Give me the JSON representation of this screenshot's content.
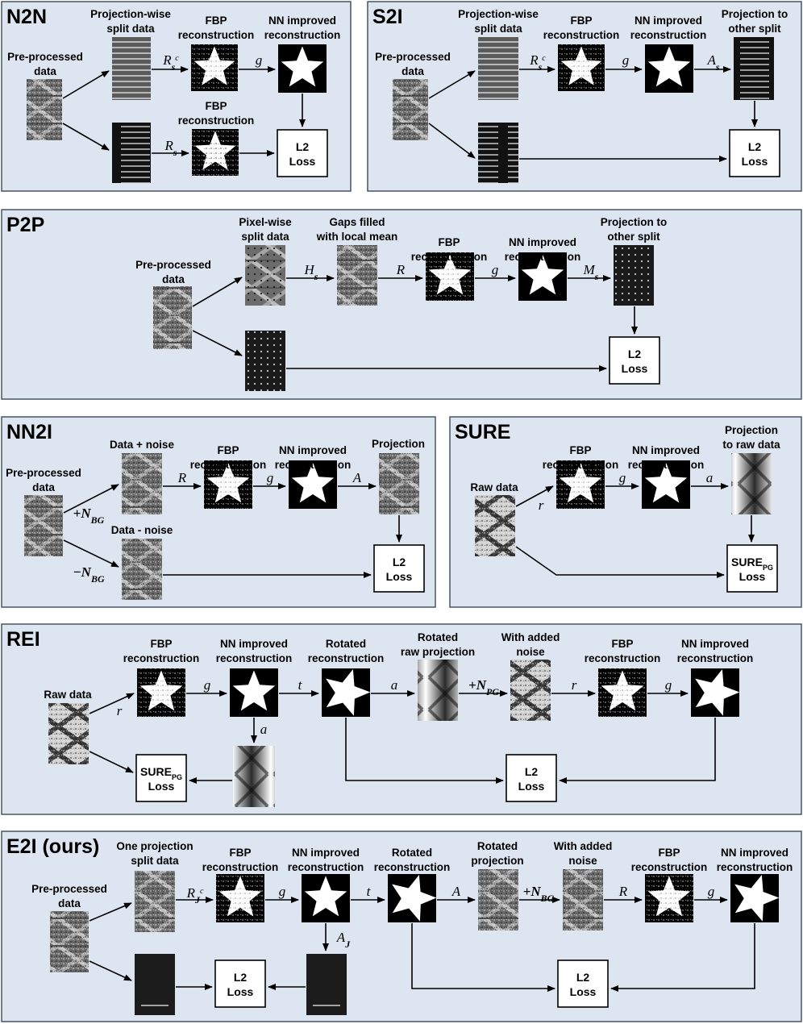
{
  "colors": {
    "panel_fill": "#dde5f1",
    "panel_border": "#3a4a5c",
    "arrow": "#000000",
    "loss_box": "#ffffff"
  },
  "panels": {
    "n2n": {
      "title": "N2N",
      "labels": {
        "pre": [
          "Pre-processed",
          "data"
        ],
        "split": [
          "Projection-wise",
          "split data"
        ],
        "fbp1": [
          "FBP",
          "reconstruction"
        ],
        "nn": [
          "NN improved",
          "reconstruction"
        ],
        "fbp2": [
          "FBP",
          "reconstruction"
        ]
      },
      "ops": {
        "r_sc": "R",
        "r_sc_sub": "s",
        "r_sc_sup": "c",
        "g": "g",
        "r_s": "R",
        "r_s_sub": "s"
      },
      "loss": [
        "L2",
        "Loss"
      ]
    },
    "s2i": {
      "title": "S2I",
      "labels": {
        "pre": [
          "Pre-processed",
          "data"
        ],
        "split": [
          "Projection-wise",
          "split data"
        ],
        "fbp": [
          "FBP",
          "reconstruction"
        ],
        "nn": [
          "NN improved",
          "reconstruction"
        ],
        "proj": [
          "Projection to",
          "other split"
        ]
      },
      "ops": {
        "r_sc": "R",
        "r_sc_sub": "s",
        "r_sc_sup": "c",
        "g": "g",
        "a_s": "A",
        "a_s_sub": "s"
      },
      "loss": [
        "L2",
        "Loss"
      ]
    },
    "p2p": {
      "title": "P2P",
      "labels": {
        "pre": [
          "Pre-processed",
          "data"
        ],
        "split": [
          "Pixel-wise",
          "split data"
        ],
        "gaps": [
          "Gaps filled",
          "with local mean"
        ],
        "fbp": [
          "FBP",
          "reconstruction"
        ],
        "nn": [
          "NN improved",
          "reconstruction"
        ],
        "proj": [
          "Projection to",
          "other split"
        ]
      },
      "ops": {
        "h_s": "H",
        "h_s_sub": "s",
        "r": "R",
        "g": "g",
        "m_s": "M",
        "m_s_sub": "s"
      },
      "loss": [
        "L2",
        "Loss"
      ]
    },
    "nn2i": {
      "title": "NN2I",
      "labels": {
        "pre": [
          "Pre-processed",
          "data"
        ],
        "plus": "Data + noise",
        "minus": "Data - noise",
        "fbp": [
          "FBP",
          "reconstruction"
        ],
        "nn": [
          "NN improved",
          "reconstruction"
        ],
        "proj": "Projection"
      },
      "ops": {
        "plus_n": "+N",
        "plus_n_sub": "BG",
        "minus_n": "−N",
        "minus_n_sub": "BG",
        "r": "R",
        "g": "g",
        "a": "A"
      },
      "loss": [
        "L2",
        "Loss"
      ]
    },
    "sure": {
      "title": "SURE",
      "labels": {
        "raw": "Raw data",
        "fbp": [
          "FBP",
          "reconstruction"
        ],
        "nn": [
          "NN improved",
          "reconstruction"
        ],
        "proj": [
          "Projection",
          "to raw data"
        ]
      },
      "ops": {
        "r": "r",
        "g": "g",
        "a": "a"
      },
      "loss": {
        "main": "SURE",
        "sub": "PG",
        "line2": "Loss"
      }
    },
    "rei": {
      "title": "REI",
      "labels": {
        "raw": "Raw data",
        "fbp1": [
          "FBP",
          "reconstruction"
        ],
        "nn1": [
          "NN improved",
          "reconstruction"
        ],
        "rot": [
          "Rotated",
          "reconstruction"
        ],
        "rawproj": [
          "Rotated",
          "raw projection"
        ],
        "noise": [
          "With added",
          "noise"
        ],
        "fbp2": [
          "FBP",
          "reconstruction"
        ],
        "nn2": [
          "NN improved",
          "reconstruction"
        ]
      },
      "ops": {
        "r1": "r",
        "g1": "g",
        "t": "t",
        "a1": "a",
        "plus_n": "+N",
        "plus_n_sub": "PG",
        "r2": "r",
        "g2": "g",
        "a_down": "a"
      },
      "loss_sure": {
        "main": "SURE",
        "sub": "PG",
        "line2": "Loss"
      },
      "loss_l2": [
        "L2",
        "Loss"
      ]
    },
    "e2i": {
      "title": "E2I (ours)",
      "labels": {
        "pre": [
          "Pre-processed",
          "data"
        ],
        "split": [
          "One projection",
          "split data"
        ],
        "fbp1": [
          "FBP",
          "reconstruction"
        ],
        "nn1": [
          "NN improved",
          "reconstruction"
        ],
        "rot": [
          "Rotated",
          "reconstruction"
        ],
        "rotproj": [
          "Rotated",
          "projection"
        ],
        "noise": [
          "With added",
          "noise"
        ],
        "fbp2": [
          "FBP",
          "reconstruction"
        ],
        "nn2": [
          "NN improved",
          "reconstruction"
        ]
      },
      "ops": {
        "r_jc": "R",
        "r_jc_sub": "J",
        "r_jc_sup": "c",
        "g1": "g",
        "t": "t",
        "a": "A",
        "plus_n": "+N",
        "plus_n_sub": "BG",
        "r2": "R",
        "g2": "g",
        "a_j": "A",
        "a_j_sub": "J"
      },
      "loss1": [
        "L2",
        "Loss"
      ],
      "loss2": [
        "L2",
        "Loss"
      ]
    }
  }
}
